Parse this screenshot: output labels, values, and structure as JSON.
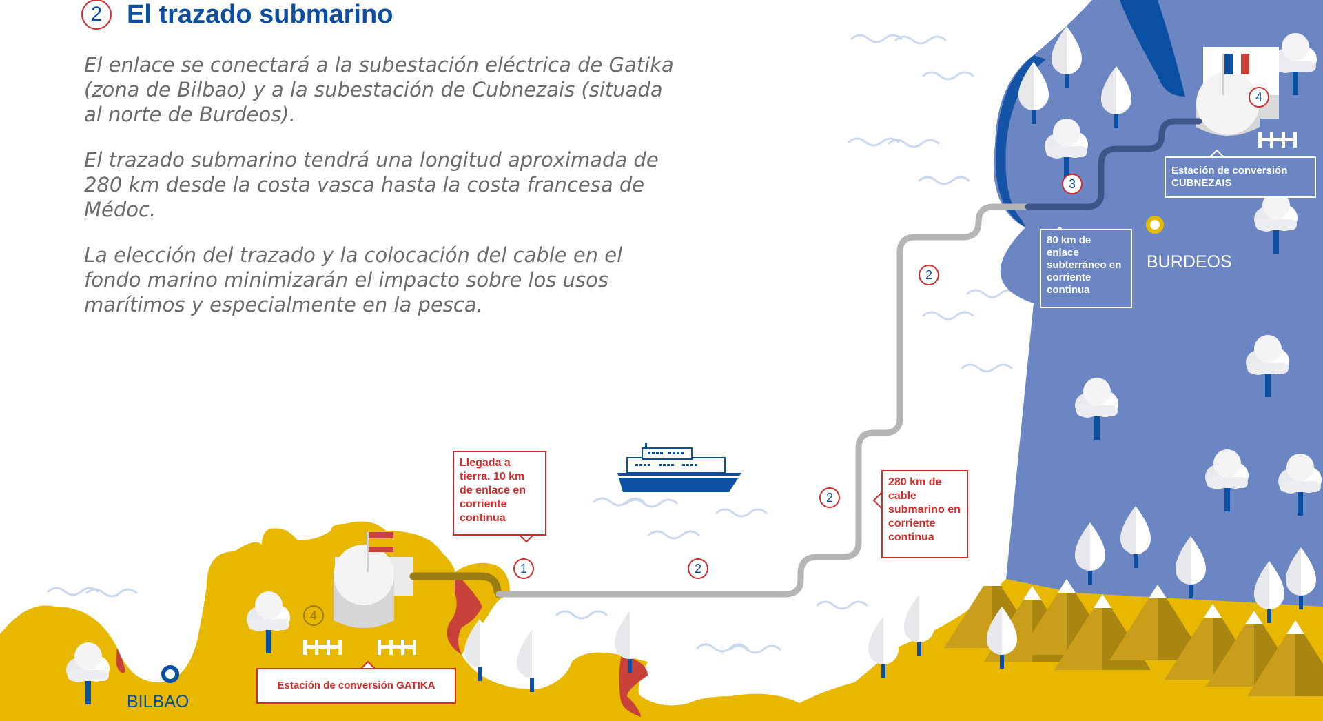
{
  "heading": {
    "number": "2",
    "title": "El trazado submarino"
  },
  "intro": [
    "El enlace se conectará a la subestación eléctrica de Gatika (zona de Bilbao) y a la subestación de Cubnezais (situada al norte de Burdeos).",
    "El trazado submarino tendrá una longitud aproximada de 280 km desde la costa vasca hasta la costa francesa de Médoc.",
    "La elección del trazado y la colocación del cable en el fondo marino minimizarán el impacto sobre los usos marítimos y especialmente en la pesca."
  ],
  "badges": {
    "landfall": "1",
    "subsea": "2",
    "underground": "3",
    "station": "4"
  },
  "callouts": {
    "landfall": "Llegada a tierra. 10 km de enlace en corriente continua",
    "subsea": "280 km de cable submarino en corriente continua",
    "underground": "80 km de enlace subterráneo en corriente continua",
    "gatika": "Estación de conversión GATIKA",
    "cubnezais": "Estación de conversión CUBNEZAIS"
  },
  "cities": {
    "bilbao": "BILBAO",
    "burdeos": "BURDEOS"
  },
  "colors": {
    "brand_blue": "#0b4fa3",
    "accent_red": "#d42b2b",
    "land_spain": "#e8b800",
    "land_france": "#6b86c3",
    "subsea_cable": "#b5b5b5",
    "underground_cable": "#9a7d12",
    "city_marker": "#e8b800"
  },
  "icons": [
    "spain-flag-icon",
    "france-flag-icon",
    "ship-icon",
    "tree-icon",
    "mountain-icon",
    "fence-icon",
    "wave-icon",
    "city-marker-icon"
  ]
}
